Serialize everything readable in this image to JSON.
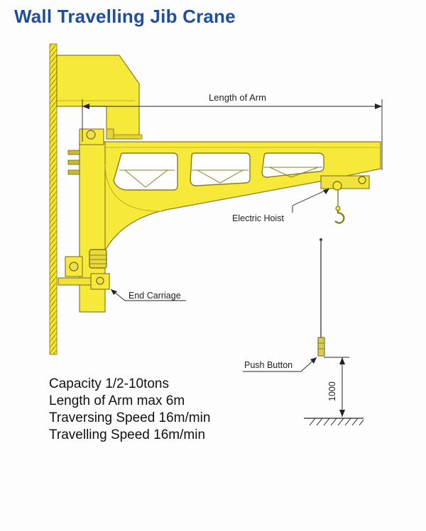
{
  "title": "Wall Travelling Jib Crane",
  "labels": {
    "length_of_arm": "Length of Arm",
    "electric_hoist": "Electric Hoist",
    "end_carriage": "End Carriage",
    "push_button": "Push Button",
    "height_dimension": "1000"
  },
  "specs": [
    "Capacity 1/2-10tons",
    "Length of Arm max 6m",
    "Traversing Speed 16m/min",
    "Travelling Speed 16m/min"
  ],
  "colors": {
    "title": "#1f4f9c",
    "crane_yellow": "#f7e93a",
    "outline": "#8a7d22"
  }
}
